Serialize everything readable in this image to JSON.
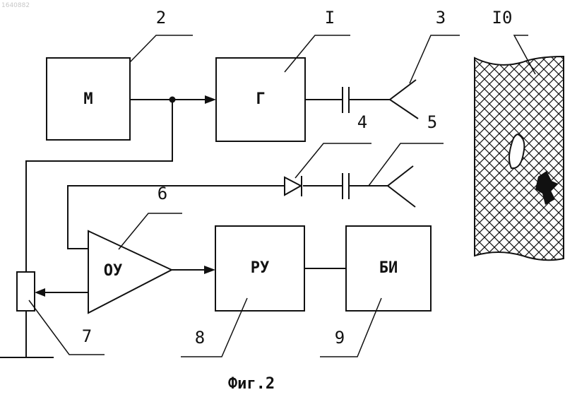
{
  "blocks": {
    "modulator": "М",
    "generator": "Г",
    "amplifier": "ОУ",
    "decision_unit": "РУ",
    "indicator": "БИ"
  },
  "labels": {
    "generator": "I",
    "modulator": "2",
    "antenna_tx": "3",
    "coupler": "4",
    "antenna_rx": "5",
    "amplifier": "6",
    "potentiometer": "7",
    "decision_unit": "8",
    "indicator": "9",
    "medium": "I0"
  },
  "caption": "Фиг.2",
  "corner_id": "1640882",
  "colors": {
    "ink": "#111111",
    "paper": "#ffffff"
  }
}
